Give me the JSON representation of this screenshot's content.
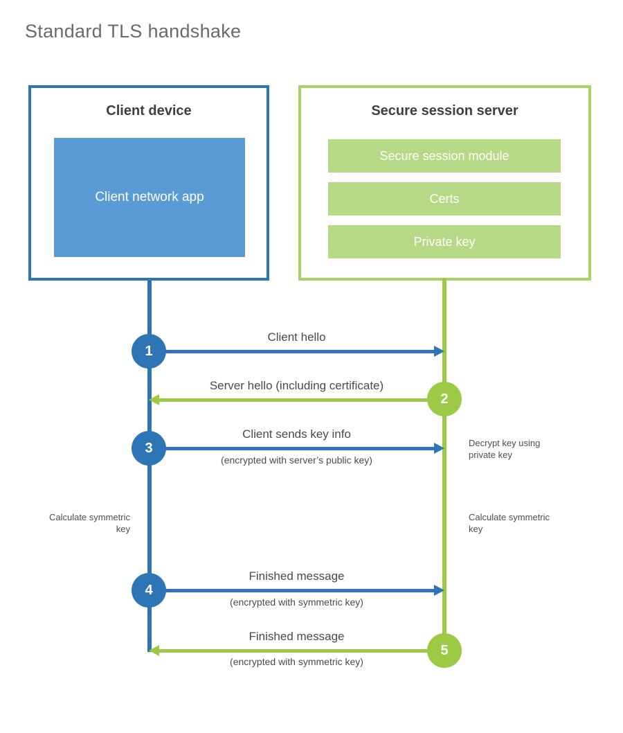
{
  "title": "Standard TLS handshake",
  "client": {
    "title": "Client device",
    "app": "Client network app"
  },
  "server": {
    "title": "Secure session server",
    "modules": [
      "Secure session module",
      "Certs",
      "Private key"
    ]
  },
  "steps": [
    {
      "num": "1",
      "label": "Client hello",
      "sublabel": ""
    },
    {
      "num": "2",
      "label": "Server hello (including certificate)",
      "sublabel": ""
    },
    {
      "num": "3",
      "label": "Client sends key info",
      "sublabel": "(encrypted with server’s public key)"
    },
    {
      "num": "4",
      "label": "Finished message",
      "sublabel": "(encrypted with symmetric key)"
    },
    {
      "num": "5",
      "label": "Finished message",
      "sublabel": "(encrypted with symmetric key)"
    }
  ],
  "annotations": {
    "decrypt_key": "Decrypt key using private key",
    "calculate_left": "Calculate symmetric key",
    "calculate_right": "Calculate symmetric key"
  },
  "colors": {
    "blue": "#2e75b6",
    "blue_fill": "#5b9bd5",
    "green": "#9cca44",
    "green_border": "#a6d45f",
    "green_fill": "#b6d985",
    "text_dark": "#3f3f3f",
    "text_gray": "#6a6a6a"
  }
}
